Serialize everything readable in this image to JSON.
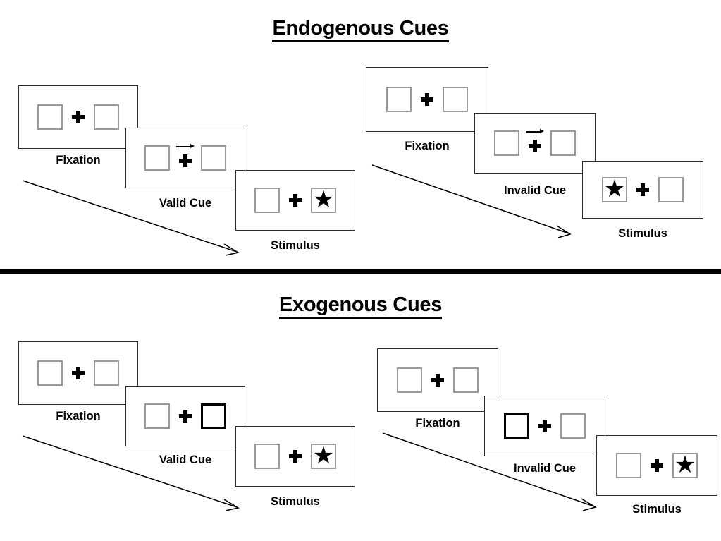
{
  "figure": {
    "title_endogenous": "Endogenous Cues",
    "title_exogenous": "Exogenous Cues"
  },
  "sections": [
    {
      "id": "endogenous",
      "title": "Endogenous Cues",
      "sequences": [
        {
          "id": "endogenous-valid",
          "frames": [
            {
              "caption": "Fixation",
              "left_box": {
                "state": "normal",
                "content": ""
              },
              "center": {
                "cross": true,
                "arrow": "none"
              },
              "right_box": {
                "state": "normal",
                "content": ""
              }
            },
            {
              "caption": "Valid Cue",
              "left_box": {
                "state": "normal",
                "content": ""
              },
              "center": {
                "cross": true,
                "arrow": "right"
              },
              "right_box": {
                "state": "normal",
                "content": ""
              }
            },
            {
              "caption": "Stimulus",
              "left_box": {
                "state": "normal",
                "content": ""
              },
              "center": {
                "cross": true,
                "arrow": "none"
              },
              "right_box": {
                "state": "normal",
                "content": "★"
              }
            }
          ]
        },
        {
          "id": "endogenous-invalid",
          "frames": [
            {
              "caption": "Fixation",
              "left_box": {
                "state": "normal",
                "content": ""
              },
              "center": {
                "cross": true,
                "arrow": "none"
              },
              "right_box": {
                "state": "normal",
                "content": ""
              }
            },
            {
              "caption": "Invalid Cue",
              "left_box": {
                "state": "normal",
                "content": ""
              },
              "center": {
                "cross": true,
                "arrow": "right"
              },
              "right_box": {
                "state": "normal",
                "content": ""
              }
            },
            {
              "caption": "Stimulus",
              "left_box": {
                "state": "normal",
                "content": "★"
              },
              "center": {
                "cross": true,
                "arrow": "none"
              },
              "right_box": {
                "state": "normal",
                "content": ""
              }
            }
          ]
        }
      ]
    },
    {
      "id": "exogenous",
      "title": "Exogenous Cues",
      "sequences": [
        {
          "id": "exogenous-valid",
          "frames": [
            {
              "caption": "Fixation",
              "left_box": {
                "state": "normal",
                "content": ""
              },
              "center": {
                "cross": true,
                "arrow": "none"
              },
              "right_box": {
                "state": "normal",
                "content": ""
              }
            },
            {
              "caption": "Valid Cue",
              "left_box": {
                "state": "normal",
                "content": ""
              },
              "center": {
                "cross": true,
                "arrow": "none"
              },
              "right_box": {
                "state": "cued",
                "content": ""
              }
            },
            {
              "caption": "Stimulus",
              "left_box": {
                "state": "normal",
                "content": ""
              },
              "center": {
                "cross": true,
                "arrow": "none"
              },
              "right_box": {
                "state": "normal",
                "content": "★"
              }
            }
          ]
        },
        {
          "id": "exogenous-invalid",
          "frames": [
            {
              "caption": "Fixation",
              "left_box": {
                "state": "normal",
                "content": ""
              },
              "center": {
                "cross": true,
                "arrow": "none"
              },
              "right_box": {
                "state": "normal",
                "content": ""
              }
            },
            {
              "caption": "Invalid Cue",
              "left_box": {
                "state": "cued",
                "content": ""
              },
              "center": {
                "cross": true,
                "arrow": "none"
              },
              "right_box": {
                "state": "normal",
                "content": ""
              }
            },
            {
              "caption": "Stimulus",
              "left_box": {
                "state": "normal",
                "content": ""
              },
              "center": {
                "cross": true,
                "arrow": "none"
              },
              "right_box": {
                "state": "normal",
                "content": "★"
              }
            }
          ]
        }
      ]
    }
  ],
  "colors": {
    "background": "#ffffff",
    "ink": "#000000",
    "panel_border": "#2b2b2b",
    "box_border": "#9a9a9a",
    "cued_box_border": "#000000",
    "divider": "#000000"
  },
  "icons": {
    "star": "★",
    "fixation_cross": "plus-cross",
    "cue_arrow": "arrow-right"
  }
}
